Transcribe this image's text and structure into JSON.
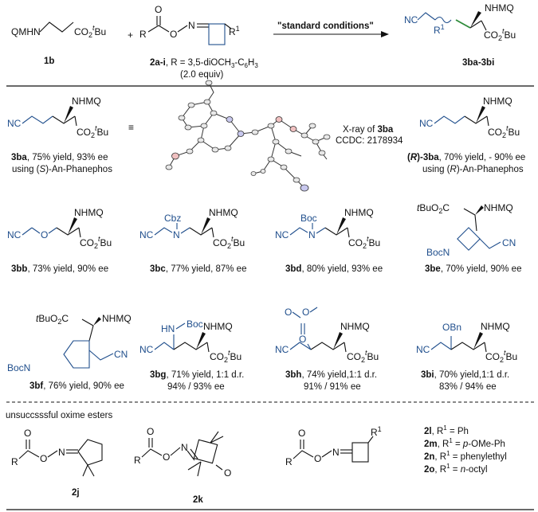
{
  "scheme": {
    "reactant1_atoms": [
      "QMHN",
      "CO",
      "2",
      "t",
      "Bu"
    ],
    "reactant1_label": "1b",
    "plus": "+",
    "reactant2_atoms": [
      "O",
      "R",
      "O",
      "N",
      "R",
      "1"
    ],
    "reactant2_label_bold": "2a-i",
    "reactant2_label_rest": ", R = 3,5-diOCH",
    "reactant2_label_sub1": "3",
    "reactant2_label_mid": "-C",
    "reactant2_label_sub2": "6",
    "reactant2_label_end": "H",
    "reactant2_label_sub3": "3",
    "reactant2_equiv": "(2.0 equiv)",
    "conditions": "\"standard conditions\"",
    "product_atoms": [
      "NC",
      "R",
      "1",
      "NHMQ",
      "CO",
      "2",
      "t",
      "Bu"
    ],
    "product_label": "3ba-3bi"
  },
  "xray": {
    "title_pre": "X-ray of ",
    "title_bold": "3ba",
    "ccdc": "CCDC: 2178934"
  },
  "compounds": {
    "c3ba": {
      "id": "3ba",
      "text": ", 75% yield, 93% ee",
      "line2_pre": "using (",
      "line2_it": "S",
      "line2_post": ")-An-Phanephos"
    },
    "cR3ba": {
      "id_pre": "(",
      "id_it": "R",
      "id_post": ")-3ba",
      "text": ", 70% yield, - 90% ee",
      "line2_pre": "using (",
      "line2_it": "R",
      "line2_post": ")-An-Phanephos"
    },
    "c3bb": {
      "id": "3bb",
      "text": ", 73% yield, 90% ee"
    },
    "c3bc": {
      "id": "3bc",
      "text": ", 77% yield, 87% ee"
    },
    "c3bd": {
      "id": "3bd",
      "text": ", 80% yield, 93% ee"
    },
    "c3be": {
      "id": "3be",
      "text": ", 70% yield, 90% ee"
    },
    "c3bf": {
      "id": "3bf",
      "text": ", 76% yield, 90% ee"
    },
    "c3bg": {
      "id": "3bg",
      "text": ", 71% yield, 1:1 d.r.",
      "line2": "94% / 93% ee"
    },
    "c3bh": {
      "id": "3bh",
      "text": ", 74% yield,1:1 d.r.",
      "line2": "91% / 91% ee"
    },
    "c3bi": {
      "id": "3bi",
      "text": ", 70% yield,1:1 d.r.",
      "line2": "83% / 94% ee"
    }
  },
  "atoms": {
    "NC": "NC",
    "NHMQ": "NHMQ",
    "CO2": "CO",
    "sub2": "2",
    "t": "t",
    "Bu": "Bu",
    "tBuO2C_t": "t",
    "tBuO2C": "BuO",
    "tBuO2C_2": "2",
    "tBuO2C_C": "C",
    "O": "O",
    "N": "N",
    "Cbz": "Cbz",
    "Boc": "Boc",
    "BocN": "BocN",
    "HN": "HN",
    "OBn": "OBn",
    "CN": "CN",
    "equiv": "≡"
  },
  "unsuccessful": {
    "title": "unsuccsssful oxime esters",
    "c2j": "2j",
    "c2k": "2k",
    "list": [
      {
        "id": "2l",
        "pre": ", R",
        "sup": "1",
        "post": " = Ph",
        "it": ""
      },
      {
        "id": "2m",
        "pre": ", R",
        "sup": "1",
        "post": " =  ",
        "it": "p",
        "post2": "-OMe-Ph"
      },
      {
        "id": "2n",
        "pre": ", R",
        "sup": "1",
        "post": " = phenylethyl",
        "it": ""
      },
      {
        "id": "2o",
        "pre": ", R",
        "sup": "1",
        "post": " = ",
        "it": "n",
        "post2": "-octyl"
      }
    ]
  }
}
